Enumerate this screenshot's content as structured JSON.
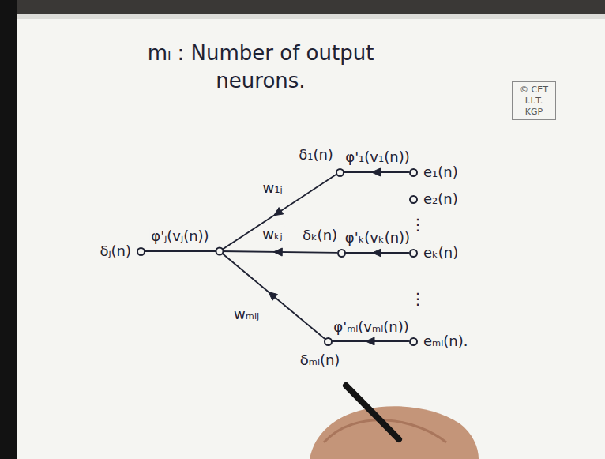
{
  "diagram": {
    "title": "mₗ : Number of output neurons.",
    "nodes": [
      {
        "text": [
          "© CET I.I.T. KGP"
        ]
      },
      {
        "text": [
          "δ₁(n)"
        ]
      },
      {
        "text": [
          "e₁(n)"
        ]
      },
      {
        "text": [
          "e₂(n)"
        ]
      },
      {
        "text": [
          "δⱼ(n)"
        ]
      },
      {
        "text": [
          "δₖ(n)"
        ]
      },
      {
        "text": [
          "eₖ(n)"
        ]
      },
      {
        "text": [
          "δₘₗ(n)"
        ]
      },
      {
        "text": [
          "eₘₗ(n)."
        ]
      }
    ],
    "edges": [
      {
        "from": 2,
        "to": 1,
        "arrow": "to",
        "label": "φ'₁(v₁(n))"
      },
      {
        "from": 1,
        "to": 4,
        "arrow": "to",
        "label": "w₁ⱼ"
      },
      {
        "from": 6,
        "to": 5,
        "arrow": "to",
        "label": "φ'ₖ(vₖ(n))"
      },
      {
        "from": 5,
        "to": 4,
        "arrow": "to",
        "label": "wₖⱼ"
      },
      {
        "from": 8,
        "to": 7,
        "arrow": "to",
        "label": "φ'ₘₗ(vₘₗ(n))"
      },
      {
        "from": 7,
        "to": 4,
        "arrow": "to",
        "label": "wₘₗⱼ"
      }
    ],
    "labels": [
      "φ'ⱼ(vⱼ(n))",
      "⋮",
      "⋮"
    ]
  }
}
